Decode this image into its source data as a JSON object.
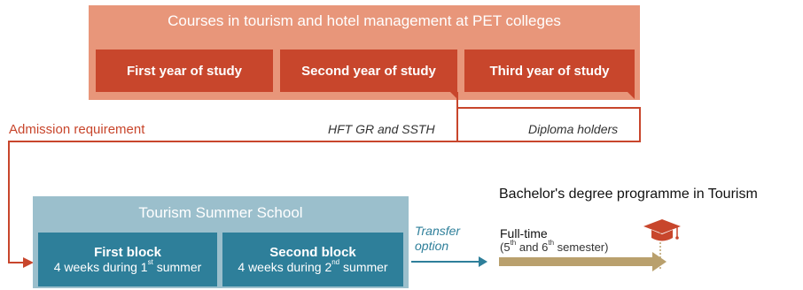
{
  "courses": {
    "title": "Courses in tourism and hotel management at PET colleges",
    "years": [
      "First year of study",
      "Second year of study",
      "Third year of study"
    ]
  },
  "admission": {
    "label": "Admission requirement",
    "second_year_req": "HFT GR and SSTH",
    "third_year_req": "Diploma holders"
  },
  "summer_school": {
    "title": "Tourism Summer School",
    "blocks": [
      {
        "title": "First block",
        "pre": "4 weeks during 1",
        "sup": "st",
        "post": " summer"
      },
      {
        "title": "Second block",
        "pre": "4 weeks during 2",
        "sup": "nd",
        "post": " summer"
      }
    ]
  },
  "transfer": {
    "line1": "Transfer",
    "line2": "option"
  },
  "bachelor": {
    "title": "Bachelor's degree programme in Tourism",
    "fulltime": "Full-time",
    "sem_open": "(5",
    "sem_sup1": "th",
    "sem_mid": " and 6",
    "sem_sup2": "th",
    "sem_close": " semester)"
  },
  "colors": {
    "salmon": "#e8967a",
    "red": "#c8462c",
    "light_teal": "#9bbfcc",
    "teal": "#2e7f9a",
    "olive": "#b9a06d"
  },
  "icons": [
    "graduation-cap-icon"
  ]
}
